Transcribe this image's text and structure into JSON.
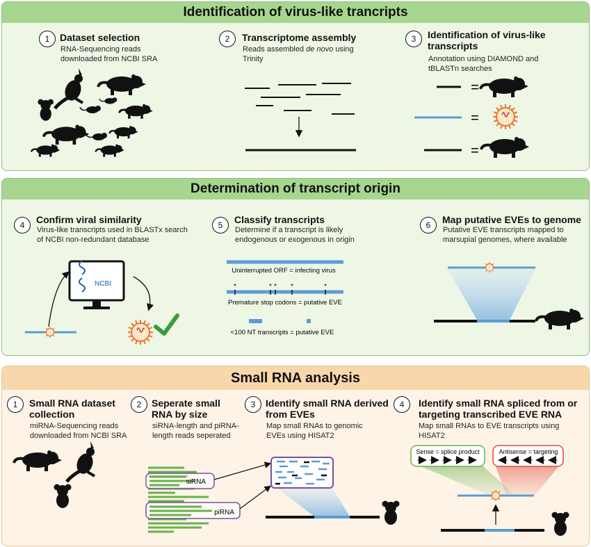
{
  "sections": [
    {
      "title": "Identification of virus-like trancripts"
    },
    {
      "title": "Determination of transcript origin"
    },
    {
      "title": "Small RNA analysis"
    }
  ],
  "steps": [
    {
      "num": "1",
      "title": "Dataset selection",
      "desc": "RNA-Sequencing reads downloaded from NCBI SRA"
    },
    {
      "num": "2",
      "title": "Transcriptome assembly",
      "desc_pre": "Reads assembled ",
      "desc_em": "de novo",
      "desc_post": " using Trinity"
    },
    {
      "num": "3",
      "title": "Identification of virus-like transcripts",
      "desc": "Annotation using DIAMOND and tBLASTn searches"
    },
    {
      "num": "4",
      "title": "Confirm viral similarity",
      "desc": "Virus-like transcripts used in BLASTx search of NCBI non-redundant database"
    },
    {
      "num": "5",
      "title": "Classify transcripts",
      "desc": "Determine if a transcript is likely endogenous or exogenous in origin"
    },
    {
      "num": "6",
      "title": "Map putative EVEs to genome",
      "desc": "Putative EVE transcripts mapped to marsupial genomes, where available"
    },
    {
      "num": "1",
      "title": "Small RNA dataset collection",
      "desc": "miRNA-Sequencing reads downloaded from NCBI SRA"
    },
    {
      "num": "2",
      "title": "Seperate small RNA by size",
      "desc": "siRNA-length and piRNA-length reads seperated"
    },
    {
      "num": "3",
      "title": "Identify small RNA derived from EVEs",
      "desc": "Map small RNAs to genomic EVEs using HISAT2"
    },
    {
      "num": "4",
      "title": "Identify small RNA spliced from or targeting transcribed EVE RNA",
      "desc": "Map small RNAs to EVE transcripts using HISAT2"
    }
  ],
  "labels": {
    "equals": "=",
    "ncbi": "NCBI",
    "orf": "Uninterrupted ORF = infecting virus",
    "stop": "Premature stop codons = putative EVE",
    "short": "<100 NT transcripts = putative EVE",
    "stop_mark": "*",
    "sirna": "siRNA",
    "pirna": "piRNA",
    "sense": "Sense = splice product",
    "antisense": "Antisense = targeting"
  },
  "colors": {
    "green_banner": "#a6d68f",
    "green_panel": "#eef7e6",
    "orange_banner": "#f8d8ab",
    "orange_panel": "#fdf4e7",
    "rna_blue": "#5b9bd5",
    "virus_orange": "#e8772e",
    "check_green": "#3a9b3a",
    "read_green": "#6ab04c",
    "sense_box": "#6ab04c",
    "antisense_box": "#e04a3a",
    "purple_box": "#7b4fa0"
  },
  "icons": [
    "marsupial-silhouette-icon",
    "virus-icon",
    "computer-icon",
    "checkmark-icon",
    "arrow-icon"
  ]
}
